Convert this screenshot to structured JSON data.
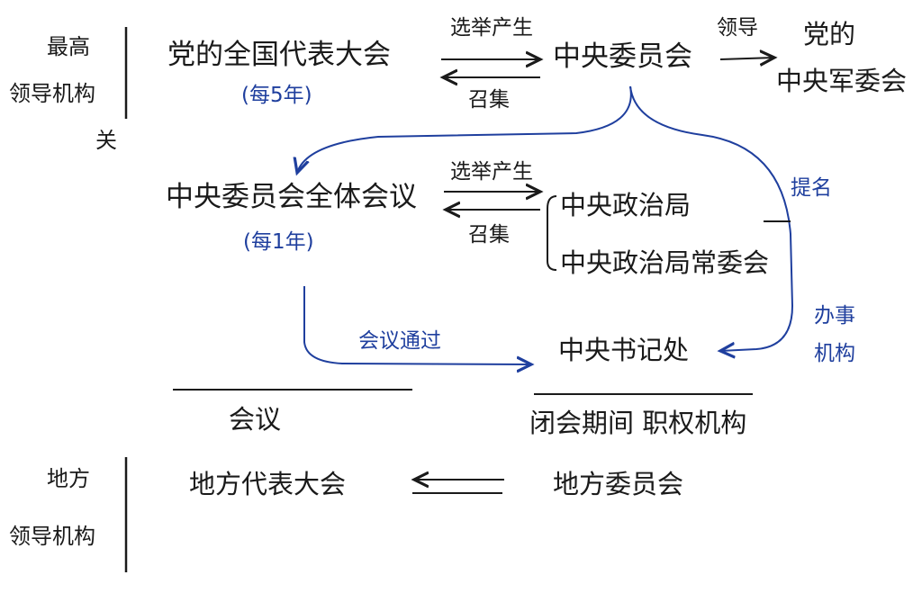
{
  "side": {
    "top_line1": "最高",
    "top_line2": "领导机构",
    "top_line3": "关",
    "bottom_line1": "地方",
    "bottom_line2": "领导机构"
  },
  "nodes": {
    "congress": "党的全国代表大会",
    "congress_freq": "(每5年)",
    "cc": "中央委员会",
    "cmc_line1": "党的",
    "cmc_line2": "中央军委会",
    "plenum": "中央委员会全体会议",
    "plenum_freq": "(每1年)",
    "politburo": "中央政治局",
    "psc": "中央政治局常委会",
    "secretariat": "中央书记处",
    "local_congress": "地方代表大会",
    "local_committee": "地方委员会"
  },
  "edges": {
    "elect_top": "选举产生",
    "convene_top": "召集",
    "lead": "领导",
    "elect_mid": "选举产生",
    "convene_mid": "召集",
    "nominate": "提名",
    "office_line1": "办事",
    "office_line2": "机构",
    "meeting_pass": "会议通过"
  },
  "footer": {
    "meeting": "会议",
    "recess": "闭会期间 职权机构"
  },
  "colors": {
    "ink": "#1a1a1a",
    "blue": "#1f3f9e"
  }
}
